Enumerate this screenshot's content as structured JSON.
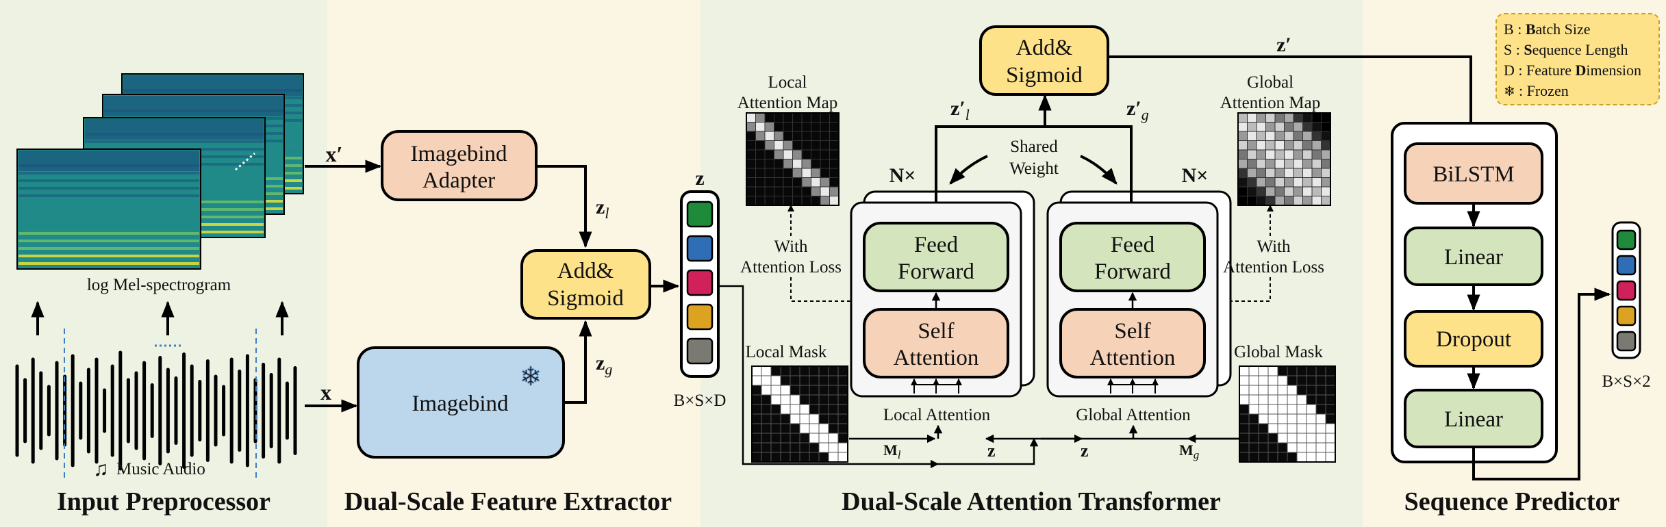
{
  "colors": {
    "section1_bg": "#eef2e2",
    "section2_bg": "#fbf6e4",
    "section3_bg": "#eef2e2",
    "section4_bg": "#fbf6e4",
    "orange_block": "#f6d2b8",
    "yellow_block": "#fde28a",
    "blue_block": "#bcd7ec",
    "green_block": "#d4e5bd",
    "token_colors": [
      "#1e8a3a",
      "#2f6db5",
      "#d0215a",
      "#dca222",
      "#7a7a72"
    ],
    "spectrogram_colors": [
      "#1a4c7d",
      "#1f8a88",
      "#6cc06a",
      "#e8e03a"
    ]
  },
  "sections": {
    "input": "Input Preprocessor",
    "extractor": "Dual-Scale Feature Extractor",
    "transformer": "Dual-Scale Attention Transformer",
    "predictor": "Sequence Predictor"
  },
  "input": {
    "spectrogram_label": "log Mel-spectrogram",
    "audio_label": "Music Audio",
    "x_prime": "x′",
    "x": "x"
  },
  "extractor": {
    "adapter_line1": "Imagebind",
    "adapter_line2": "Adapter",
    "imagebind": "Imagebind",
    "add_line1": "Add&",
    "add_line2": "Sigmoid",
    "zl": "z",
    "zl_sub": "l",
    "zg": "z",
    "zg_sub": "g",
    "z_label": "z",
    "dims": "B×S×D"
  },
  "transformer": {
    "top_add_line1": "Add&",
    "top_add_line2": "Sigmoid",
    "z_prime": "z′",
    "zl_prime": "z′",
    "zl_prime_sub": "l",
    "zg_prime": "z′",
    "zg_prime_sub": "g",
    "shared_line1": "Shared",
    "shared_line2": "Weight",
    "nx_left": "N×",
    "nx_right": "N×",
    "ff_line1": "Feed",
    "ff_line2": "Forward",
    "sa_line1": "Self",
    "sa_line2": "Attention",
    "local_attention": "Local Attention",
    "global_attention": "Global Attention",
    "local_map_line1": "Local",
    "local_map_line2": "Attention Map",
    "global_map_line1": "Global",
    "global_map_line2": "Attention Map",
    "with_line1": "With",
    "with_line2": "Attention Loss",
    "local_mask": "Local Mask",
    "global_mask": "Global Mask",
    "m_l": "M",
    "m_l_sub": "l",
    "m_g": "M",
    "m_g_sub": "g",
    "z_mid_left": "z",
    "z_mid_right": "z"
  },
  "predictor": {
    "bilstm": "BiLSTM",
    "linear1": "Linear",
    "dropout": "Dropout",
    "linear2": "Linear",
    "out_dims": "B×S×2"
  },
  "legend": {
    "b_key": "B",
    "b_bold": "B",
    "b_rest": "atch Size",
    "s_key": "S",
    "s_bold": "S",
    "s_rest": "equence Length",
    "d_key": "D",
    "d_pre": "Feature ",
    "d_bold": "D",
    "d_rest": "imension",
    "frozen": "Frozen"
  }
}
